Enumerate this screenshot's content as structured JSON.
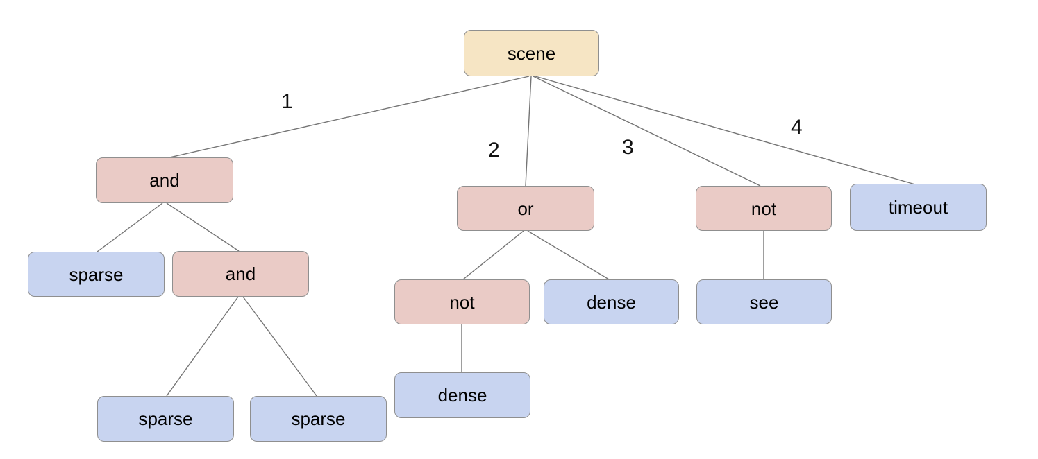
{
  "diagram": {
    "colors": {
      "root_fill": "#f6e5c4",
      "operator_fill": "#eacbc6",
      "leaf_fill": "#c8d4f0",
      "border": "#8f8f8f",
      "edge": "#757575"
    },
    "nodes": {
      "scene": {
        "label": "scene",
        "type": "root"
      },
      "and1": {
        "label": "and",
        "type": "operator"
      },
      "or1": {
        "label": "or",
        "type": "operator"
      },
      "not1": {
        "label": "not",
        "type": "operator"
      },
      "timeout1": {
        "label": "timeout",
        "type": "leaf"
      },
      "sparse1": {
        "label": "sparse",
        "type": "leaf"
      },
      "and2": {
        "label": "and",
        "type": "operator"
      },
      "not2": {
        "label": "not",
        "type": "operator"
      },
      "dense1": {
        "label": "dense",
        "type": "leaf"
      },
      "see1": {
        "label": "see",
        "type": "leaf"
      },
      "sparse2": {
        "label": "sparse",
        "type": "leaf"
      },
      "sparse3": {
        "label": "sparse",
        "type": "leaf"
      },
      "dense2": {
        "label": "dense",
        "type": "leaf"
      }
    },
    "edges": [
      {
        "from": "scene",
        "to": "and1",
        "label": "1"
      },
      {
        "from": "scene",
        "to": "or1",
        "label": "2"
      },
      {
        "from": "scene",
        "to": "not1",
        "label": "3"
      },
      {
        "from": "scene",
        "to": "timeout1",
        "label": "4"
      },
      {
        "from": "and1",
        "to": "sparse1",
        "label": ""
      },
      {
        "from": "and1",
        "to": "and2",
        "label": ""
      },
      {
        "from": "and2",
        "to": "sparse2",
        "label": ""
      },
      {
        "from": "and2",
        "to": "sparse3",
        "label": ""
      },
      {
        "from": "or1",
        "to": "not2",
        "label": ""
      },
      {
        "from": "or1",
        "to": "dense1",
        "label": ""
      },
      {
        "from": "not2",
        "to": "dense2",
        "label": ""
      },
      {
        "from": "not1",
        "to": "see1",
        "label": ""
      }
    ]
  }
}
